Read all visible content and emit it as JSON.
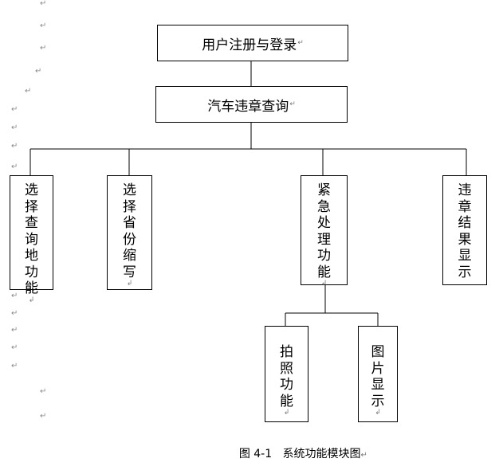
{
  "diagram": {
    "root": "用户注册与登录",
    "second": "汽车违章查询",
    "functions": [
      "选择查询地功能",
      "选择省份缩写",
      "紧急处理功能",
      "违章结果显示"
    ],
    "emergency_children": [
      "拍照功能",
      "图片显示"
    ]
  },
  "caption": "图 4-1   系统功能模块图",
  "paragraph_mark": "↵",
  "line_break_mark": "↲"
}
